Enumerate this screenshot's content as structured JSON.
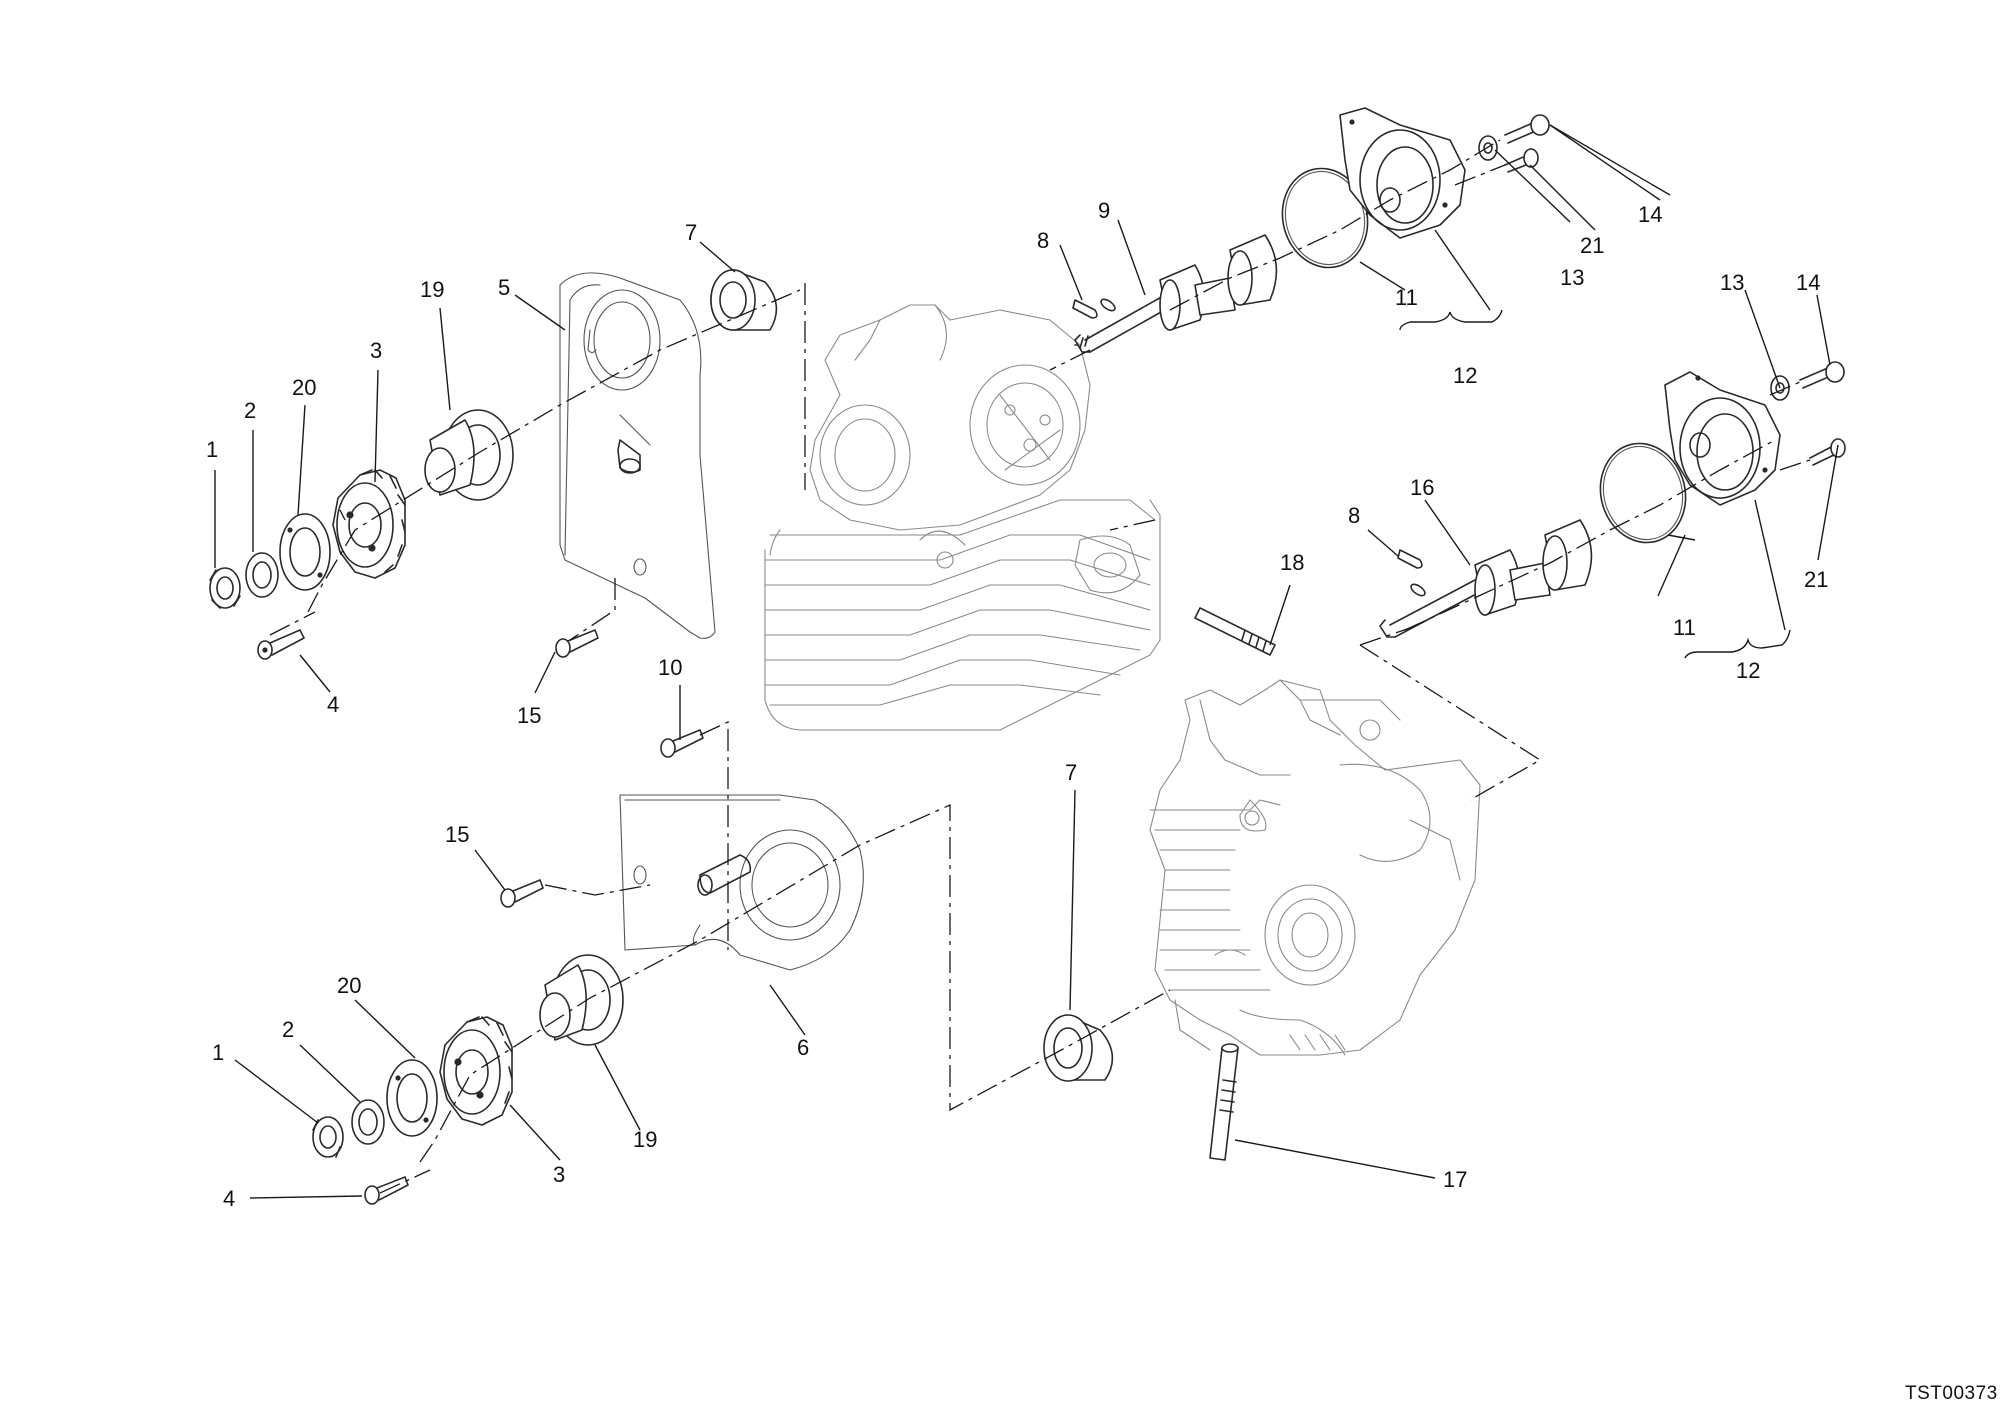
{
  "diagram": {
    "drawing_code": "TST00373",
    "callouts": [
      {
        "id": "1-a",
        "text": "1"
      },
      {
        "id": "2-a",
        "text": "2"
      },
      {
        "id": "20-a",
        "text": "20"
      },
      {
        "id": "3-a",
        "text": "3"
      },
      {
        "id": "19-a",
        "text": "19"
      },
      {
        "id": "5",
        "text": "5"
      },
      {
        "id": "7-a",
        "text": "7"
      },
      {
        "id": "4-a",
        "text": "4"
      },
      {
        "id": "15-a",
        "text": "15"
      },
      {
        "id": "8-a",
        "text": "8"
      },
      {
        "id": "9",
        "text": "9"
      },
      {
        "id": "11-a",
        "text": "11"
      },
      {
        "id": "12-a",
        "text": "12"
      },
      {
        "id": "13-a",
        "text": "13"
      },
      {
        "id": "21-a",
        "text": "21"
      },
      {
        "id": "14-a",
        "text": "14"
      },
      {
        "id": "13-b",
        "text": "13"
      },
      {
        "id": "14-b",
        "text": "14"
      },
      {
        "id": "21-b",
        "text": "21"
      },
      {
        "id": "8-b",
        "text": "8"
      },
      {
        "id": "16",
        "text": "16"
      },
      {
        "id": "11-b",
        "text": "11"
      },
      {
        "id": "12-b",
        "text": "12"
      },
      {
        "id": "18",
        "text": "18"
      },
      {
        "id": "10",
        "text": "10"
      },
      {
        "id": "15-b",
        "text": "15"
      },
      {
        "id": "7-b",
        "text": "7"
      },
      {
        "id": "6",
        "text": "6"
      },
      {
        "id": "20-b",
        "text": "20"
      },
      {
        "id": "2-b",
        "text": "2"
      },
      {
        "id": "1-b",
        "text": "1"
      },
      {
        "id": "19-b",
        "text": "19"
      },
      {
        "id": "3-b",
        "text": "3"
      },
      {
        "id": "4-b",
        "text": "4"
      },
      {
        "id": "17",
        "text": "17"
      }
    ]
  }
}
